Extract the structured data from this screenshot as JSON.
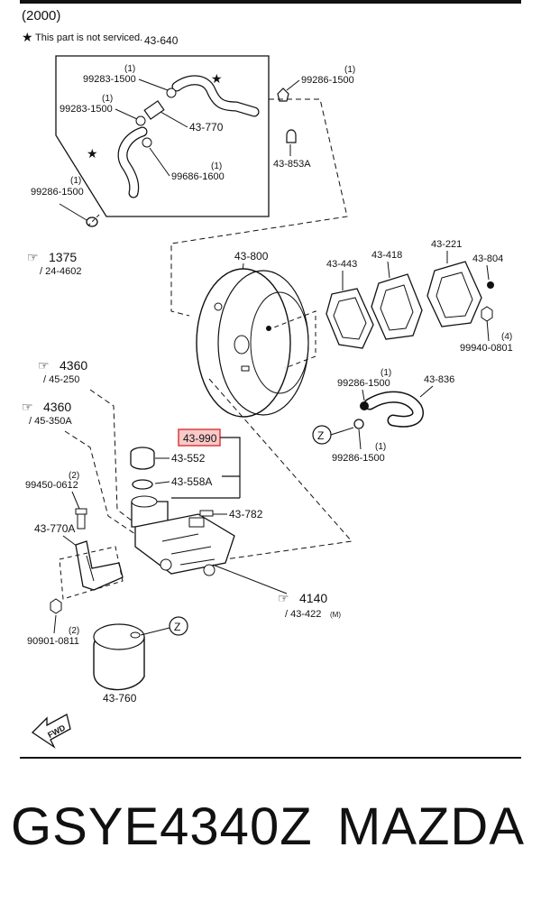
{
  "header": {
    "year": "(2000)",
    "note": "This part is not serviced."
  },
  "labels": {
    "box_group": "43-640",
    "hose_upper_qty": "(1)",
    "hose_upper_clip": "99283-1500",
    "hose_mid_qty": "(1)",
    "hose_mid_clip": "99283-1500",
    "check_valve": "43-770",
    "lower_qty": "(1)",
    "lower_clip": "99686-1600",
    "left_qty": "(1)",
    "left_clip": "99286-1500",
    "right_qty": "(1)",
    "right_clip": "99286-1500",
    "connector": "43-853A",
    "ref1375_num": "1375",
    "ref1375_sub": "/ 24-4602",
    "booster": "43-800",
    "gasket_443": "43-443",
    "gasket_418": "43-418",
    "gasket_221": "43-221",
    "nut_804": "43-804",
    "nut_qty": "(4)",
    "nut_part": "99940-0801",
    "hose2_qty1": "(1)",
    "hose2_clip1": "99286-1500",
    "hose_836": "43-836",
    "hose2_qty2": "(1)",
    "hose2_clip2": "99286-1500",
    "z_label": "Z",
    "ref4360a_num": "4360",
    "ref4360a_sub": "/ 45-250",
    "ref4360b_num": "4360",
    "ref4360b_sub": "/ 45-350A",
    "master_cyl": "43-990",
    "cap": "43-552",
    "strainer": "43-558A",
    "bolt_qty": "(2)",
    "bolt_part": "99450-0612",
    "bracket": "43-770A",
    "seal": "43-782",
    "ref4140_num": "4140",
    "ref4140_sub": "/ 43-422",
    "ref4140_mark": "(M)",
    "nut2_qty": "(2)",
    "nut2_part": "90901-0811",
    "reservoir": "43-760",
    "z2_label": "Z",
    "fwd": "FWD"
  },
  "colors": {
    "ink": "#111111",
    "highlight_border": "#e03a3a",
    "highlight_fill": "#f7c9c9",
    "highlight_text": "#b02020"
  },
  "footer": {
    "part_number": "GSYE4340Z",
    "brand": "MAZDA"
  }
}
